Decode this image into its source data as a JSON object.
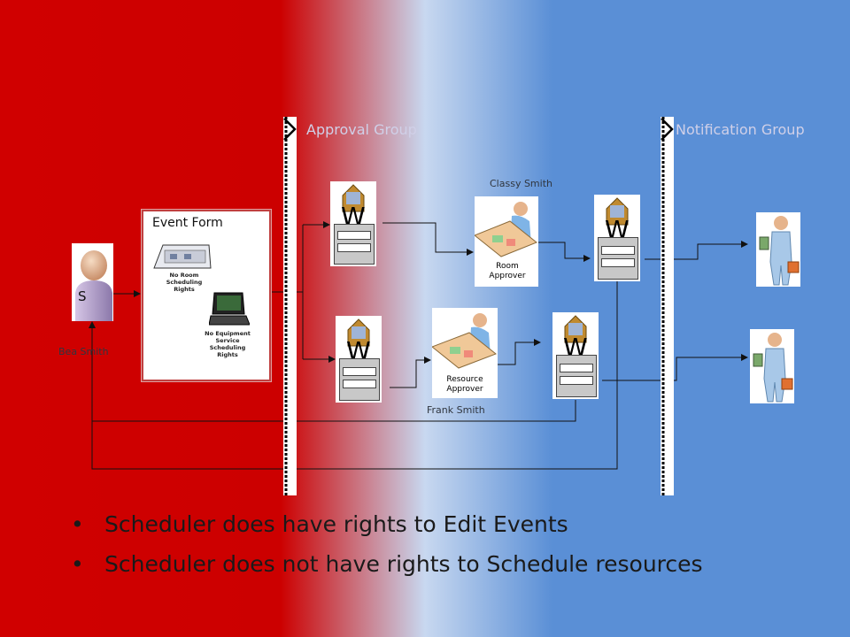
{
  "groups": {
    "approval_title": "Approval Group",
    "notification_title": "Notification Group"
  },
  "people": {
    "scheduler_name": "Bea Smith",
    "scheduler_initial": "S",
    "room_approver_name": "Classy Smith",
    "resource_approver_name": "Frank Smith"
  },
  "event_form": {
    "title": "Event Form",
    "room_rights": "No Room Scheduling Rights",
    "equipment_rights": "No Equipment Service Scheduling Rights"
  },
  "approvers": {
    "room_label": "Room Approver",
    "resource_label": "Resource Approver"
  },
  "workflow_letter": "W",
  "bullets": [
    "Scheduler does have rights to Edit Events",
    "Scheduler does not have rights to Schedule resources"
  ]
}
